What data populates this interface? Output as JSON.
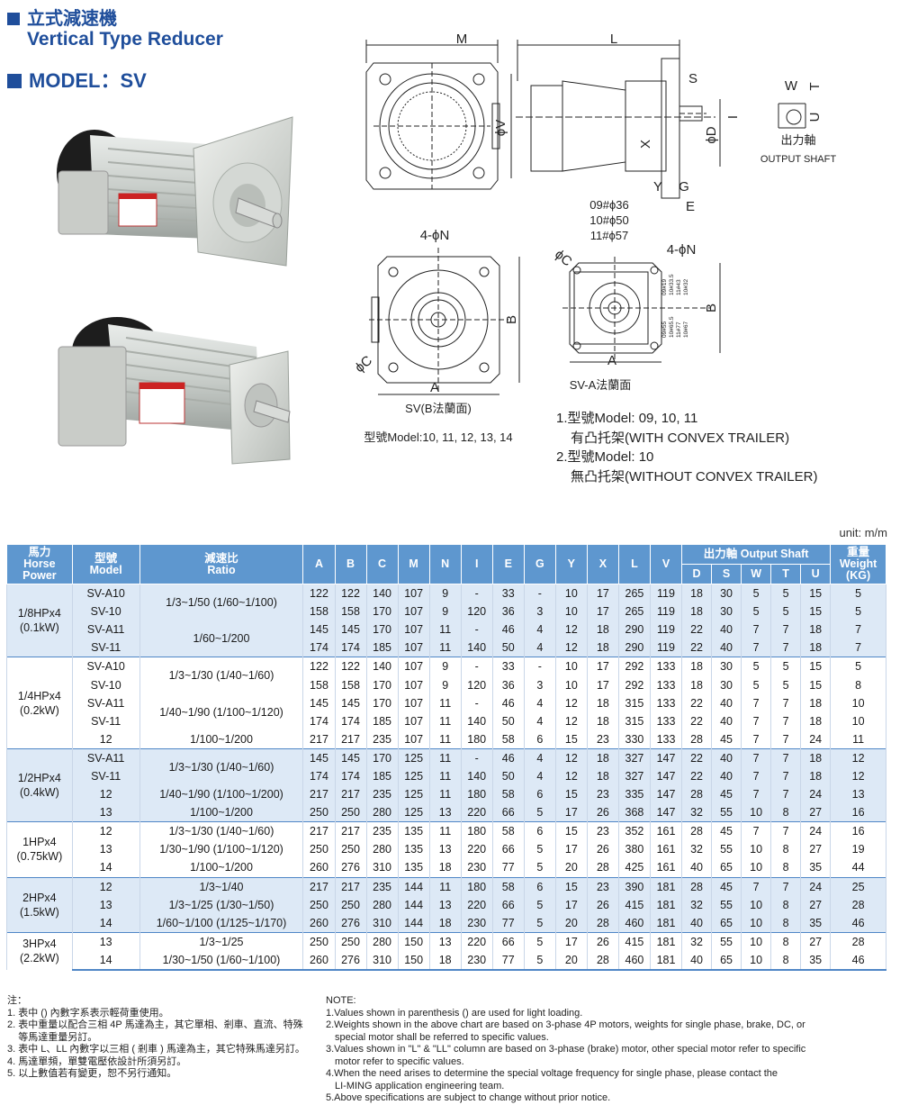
{
  "header": {
    "title_zh": "立式減速機",
    "title_en": "Vertical Type Reducer",
    "model": "MODEL：SV"
  },
  "diagram": {
    "M": "M",
    "L": "L",
    "S": "S",
    "I": "I",
    "X": "X",
    "V": "ϕV",
    "D": "ϕD",
    "Y": "Y",
    "G": "G",
    "E": "E",
    "W": "W",
    "T": "T",
    "U": "U",
    "output_shaft_zh": "出力軸",
    "output_shaft_en": "OUTPUT SHAFT",
    "flange_codes": [
      "09#ϕ36",
      "10#ϕ50",
      "11#ϕ57"
    ],
    "fourN": "4-ϕN",
    "B": "B",
    "A": "A",
    "C": "ϕC",
    "sv_caption": "SV(B法蘭面)",
    "sva_caption": "SV-A法蘭面",
    "model_caption": "型號Model:10, 11, 12, 13, 14",
    "small_labels": [
      "09#19",
      "10#33.5",
      "11#43",
      "10#32",
      "09#55",
      "10#65.5",
      "11#77",
      "10#67"
    ]
  },
  "notes_right": [
    "1.型號Model: 09, 10, 11",
    "有凸托架(WITH CONVEX TRAILER)",
    "2.型號Model: 10",
    "無凸托架(WITHOUT CONVEX TRAILER)"
  ],
  "unit": "unit: m/m",
  "table": {
    "headers": {
      "hp": [
        "馬力",
        "Horse",
        "Power"
      ],
      "model": [
        "型號",
        "Model"
      ],
      "ratio": [
        "減速比",
        "Ratio"
      ],
      "dims": [
        "A",
        "B",
        "C",
        "M",
        "N",
        "I",
        "E",
        "G",
        "Y",
        "X",
        "L",
        "V"
      ],
      "shaft_group": "出力軸 Output Shaft",
      "shaft": [
        "D",
        "S",
        "W",
        "T",
        "U"
      ],
      "weight": [
        "重量",
        "Weight",
        "(KG)"
      ]
    },
    "groups": [
      {
        "hp": [
          "1/8HPx4",
          "(0.1kW)"
        ],
        "rows": [
          {
            "model": "SV-A10",
            "ratio": "1/3~1/50 (1/60~1/100)",
            "ratio_span": 2,
            "vals": [
              "122",
              "122",
              "140",
              "107",
              "9",
              "-",
              "33",
              "-",
              "10",
              "17",
              "265",
              "119",
              "18",
              "30",
              "5",
              "5",
              "15",
              "5"
            ]
          },
          {
            "model": "SV-10",
            "vals": [
              "158",
              "158",
              "170",
              "107",
              "9",
              "120",
              "36",
              "3",
              "10",
              "17",
              "265",
              "119",
              "18",
              "30",
              "5",
              "5",
              "15",
              "5"
            ]
          },
          {
            "model": "SV-A11",
            "ratio": "1/60~1/200",
            "ratio_span": 2,
            "vals": [
              "145",
              "145",
              "170",
              "107",
              "11",
              "-",
              "46",
              "4",
              "12",
              "18",
              "290",
              "119",
              "22",
              "40",
              "7",
              "7",
              "18",
              "7"
            ]
          },
          {
            "model": "SV-11",
            "vals": [
              "174",
              "174",
              "185",
              "107",
              "11",
              "140",
              "50",
              "4",
              "12",
              "18",
              "290",
              "119",
              "22",
              "40",
              "7",
              "7",
              "18",
              "7"
            ]
          }
        ]
      },
      {
        "hp": [
          "1/4HPx4",
          "(0.2kW)"
        ],
        "rows": [
          {
            "model": "SV-A10",
            "ratio": "1/3~1/30 (1/40~1/60)",
            "ratio_span": 2,
            "vals": [
              "122",
              "122",
              "140",
              "107",
              "9",
              "-",
              "33",
              "-",
              "10",
              "17",
              "292",
              "133",
              "18",
              "30",
              "5",
              "5",
              "15",
              "5"
            ]
          },
          {
            "model": "SV-10",
            "vals": [
              "158",
              "158",
              "170",
              "107",
              "9",
              "120",
              "36",
              "3",
              "10",
              "17",
              "292",
              "133",
              "18",
              "30",
              "5",
              "5",
              "15",
              "8"
            ]
          },
          {
            "model": "SV-A11",
            "ratio": "1/40~1/90 (1/100~1/120)",
            "ratio_span": 2,
            "vals": [
              "145",
              "145",
              "170",
              "107",
              "11",
              "-",
              "46",
              "4",
              "12",
              "18",
              "315",
              "133",
              "22",
              "40",
              "7",
              "7",
              "18",
              "10"
            ]
          },
          {
            "model": "SV-11",
            "vals": [
              "174",
              "174",
              "185",
              "107",
              "11",
              "140",
              "50",
              "4",
              "12",
              "18",
              "315",
              "133",
              "22",
              "40",
              "7",
              "7",
              "18",
              "10"
            ]
          },
          {
            "model": "12",
            "ratio": "1/100~1/200",
            "ratio_span": 1,
            "vals": [
              "217",
              "217",
              "235",
              "107",
              "11",
              "180",
              "58",
              "6",
              "15",
              "23",
              "330",
              "133",
              "28",
              "45",
              "7",
              "7",
              "24",
              "11"
            ]
          }
        ]
      },
      {
        "hp": [
          "1/2HPx4",
          "(0.4kW)"
        ],
        "rows": [
          {
            "model": "SV-A11",
            "ratio": "1/3~1/30 (1/40~1/60)",
            "ratio_span": 2,
            "vals": [
              "145",
              "145",
              "170",
              "125",
              "11",
              "-",
              "46",
              "4",
              "12",
              "18",
              "327",
              "147",
              "22",
              "40",
              "7",
              "7",
              "18",
              "12"
            ]
          },
          {
            "model": "SV-11",
            "vals": [
              "174",
              "174",
              "185",
              "125",
              "11",
              "140",
              "50",
              "4",
              "12",
              "18",
              "327",
              "147",
              "22",
              "40",
              "7",
              "7",
              "18",
              "12"
            ]
          },
          {
            "model": "12",
            "ratio": "1/40~1/90 (1/100~1/200)",
            "ratio_span": 1,
            "vals": [
              "217",
              "217",
              "235",
              "125",
              "11",
              "180",
              "58",
              "6",
              "15",
              "23",
              "335",
              "147",
              "28",
              "45",
              "7",
              "7",
              "24",
              "13"
            ]
          },
          {
            "model": "13",
            "ratio": "1/100~1/200",
            "ratio_span": 1,
            "vals": [
              "250",
              "250",
              "280",
              "125",
              "13",
              "220",
              "66",
              "5",
              "17",
              "26",
              "368",
              "147",
              "32",
              "55",
              "10",
              "8",
              "27",
              "16"
            ]
          }
        ]
      },
      {
        "hp": [
          "1HPx4",
          "(0.75kW)"
        ],
        "rows": [
          {
            "model": "12",
            "ratio": "1/3~1/30 (1/40~1/60)",
            "ratio_span": 1,
            "vals": [
              "217",
              "217",
              "235",
              "135",
              "11",
              "180",
              "58",
              "6",
              "15",
              "23",
              "352",
              "161",
              "28",
              "45",
              "7",
              "7",
              "24",
              "16"
            ]
          },
          {
            "model": "13",
            "ratio": "1/30~1/90 (1/100~1/120)",
            "ratio_span": 1,
            "vals": [
              "250",
              "250",
              "280",
              "135",
              "13",
              "220",
              "66",
              "5",
              "17",
              "26",
              "380",
              "161",
              "32",
              "55",
              "10",
              "8",
              "27",
              "19"
            ]
          },
          {
            "model": "14",
            "ratio": "1/100~1/200",
            "ratio_span": 1,
            "vals": [
              "260",
              "276",
              "310",
              "135",
              "18",
              "230",
              "77",
              "5",
              "20",
              "28",
              "425",
              "161",
              "40",
              "65",
              "10",
              "8",
              "35",
              "44"
            ]
          }
        ]
      },
      {
        "hp": [
          "2HPx4",
          "(1.5kW)"
        ],
        "rows": [
          {
            "model": "12",
            "ratio": "1/3~1/40",
            "ratio_span": 1,
            "vals": [
              "217",
              "217",
              "235",
              "144",
              "11",
              "180",
              "58",
              "6",
              "15",
              "23",
              "390",
              "181",
              "28",
              "45",
              "7",
              "7",
              "24",
              "25"
            ]
          },
          {
            "model": "13",
            "ratio": "1/3~1/25 (1/30~1/50)",
            "ratio_span": 1,
            "vals": [
              "250",
              "250",
              "280",
              "144",
              "13",
              "220",
              "66",
              "5",
              "17",
              "26",
              "415",
              "181",
              "32",
              "55",
              "10",
              "8",
              "27",
              "28"
            ]
          },
          {
            "model": "14",
            "ratio": "1/60~1/100 (1/125~1/170)",
            "ratio_span": 1,
            "vals": [
              "260",
              "276",
              "310",
              "144",
              "18",
              "230",
              "77",
              "5",
              "20",
              "28",
              "460",
              "181",
              "40",
              "65",
              "10",
              "8",
              "35",
              "46"
            ]
          }
        ]
      },
      {
        "hp": [
          "3HPx4",
          "(2.2kW)"
        ],
        "rows": [
          {
            "model": "13",
            "ratio": "1/3~1/25",
            "ratio_span": 1,
            "vals": [
              "250",
              "250",
              "280",
              "150",
              "13",
              "220",
              "66",
              "5",
              "17",
              "26",
              "415",
              "181",
              "32",
              "55",
              "10",
              "8",
              "27",
              "28"
            ]
          },
          {
            "model": "14",
            "ratio": "1/30~1/50 (1/60~1/100)",
            "ratio_span": 1,
            "vals": [
              "260",
              "276",
              "310",
              "150",
              "18",
              "230",
              "77",
              "5",
              "20",
              "28",
              "460",
              "181",
              "40",
              "65",
              "10",
              "8",
              "35",
              "46"
            ]
          }
        ]
      }
    ]
  },
  "footnotes_zh": [
    "注：",
    "1. 表中 () 內數字系表示輕荷重使用。",
    "2. 表中重量以配合三相 4P 馬達為主，其它單相、剎車、直流、特殊",
    "    等馬達重量另訂。",
    "3. 表中 L、LL 內數字以三相 ( 剎車 ) 馬達為主，其它特殊馬達另訂。",
    "4. 馬達單頻，單雙電壓依設計所須另訂。",
    "5. 以上數值若有變更，恕不另行通知。"
  ],
  "footnotes_en": [
    {
      "t": "NOTE:",
      "ind": false
    },
    {
      "t": "1.Values shown in parenthesis () are used for light loading.",
      "ind": false
    },
    {
      "t": "2.Weights shown in the above chart are based on 3-phase 4P motors, weights for single phase, brake, DC, or",
      "ind": false
    },
    {
      "t": "special motor shall be referred to specific values.",
      "ind": true
    },
    {
      "t": "3.Values shown in \"L\" & \"LL\" column are based on 3-phase (brake) motor, other special motor refer to specific",
      "ind": false
    },
    {
      "t": "motor refer to specific values.",
      "ind": true
    },
    {
      "t": "4.When the need arises to determine the special voltage frequency for single phase, please contact the",
      "ind": false
    },
    {
      "t": "LI-MING application engineering team.",
      "ind": true
    },
    {
      "t": "5.Above specifications are subject to change without prior notice.",
      "ind": false
    }
  ]
}
